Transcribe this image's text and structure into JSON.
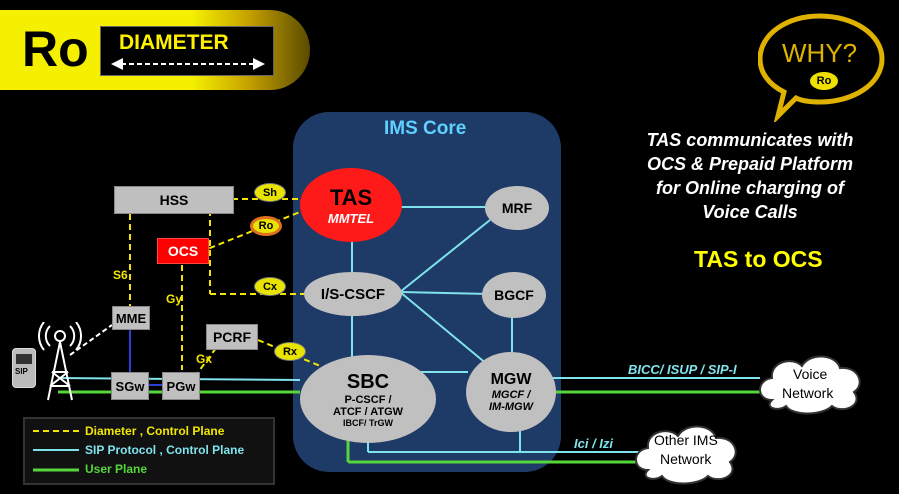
{
  "banner": {
    "ro_label": "Ro",
    "diameter_label": "DIAMETER",
    "arrow": "⟵ - - - - - - ⟶"
  },
  "why_bubble": {
    "why": "WHY?",
    "badge": "Ro"
  },
  "ims_core": {
    "title": "IMS Core"
  },
  "tas": {
    "title": "TAS",
    "subtitle": "MMTEL"
  },
  "nodes": {
    "mrf": "MRF",
    "icscf": "I/S-CSCF",
    "bgcf": "BGCF",
    "hss": "HSS",
    "ocs": "OCS",
    "mme": "MME",
    "pcrf": "PCRF",
    "sgw": "SGw",
    "pgw": "PGw"
  },
  "sbc": {
    "title": "SBC",
    "line1": "P-CSCF /",
    "line2": "ATCF / ATGW",
    "line3": "IBCF/ TrGW"
  },
  "mgw": {
    "title": "MGW",
    "line1": "MGCF /",
    "line2": "IM-MGW"
  },
  "interfaces": {
    "sh": "Sh",
    "ro": "Ro",
    "cx": "Cx",
    "rx": "Rx",
    "s6": "S6",
    "gy": "Gy",
    "gx": "Gx"
  },
  "networks": {
    "voice_line1": "Voice",
    "voice_line2": "Network",
    "other_line1": "Other IMS",
    "other_line2": "Network"
  },
  "protocols": {
    "bicc": "BICC/ ISUP / SIP-I",
    "ici": "Ici / Izi"
  },
  "device": {
    "sip": "SIP"
  },
  "description": {
    "line1": "TAS communicates with",
    "line2": "OCS & Prepaid Platform",
    "line3": "for Online charging of",
    "line4": "Voice Calls",
    "highlight": "TAS to OCS"
  },
  "legend": {
    "diameter": "Diameter , Control Plane",
    "sip": "SIP Protocol , Control Plane",
    "user": "User Plane"
  },
  "colors": {
    "diameter": "#f2e600",
    "sip": "#7fe3ec",
    "user": "#55d63a",
    "ims_core": "#1e3a66",
    "tas": "#ff1a1a",
    "ocs": "#ff0000",
    "highlight": "#ffff00"
  }
}
